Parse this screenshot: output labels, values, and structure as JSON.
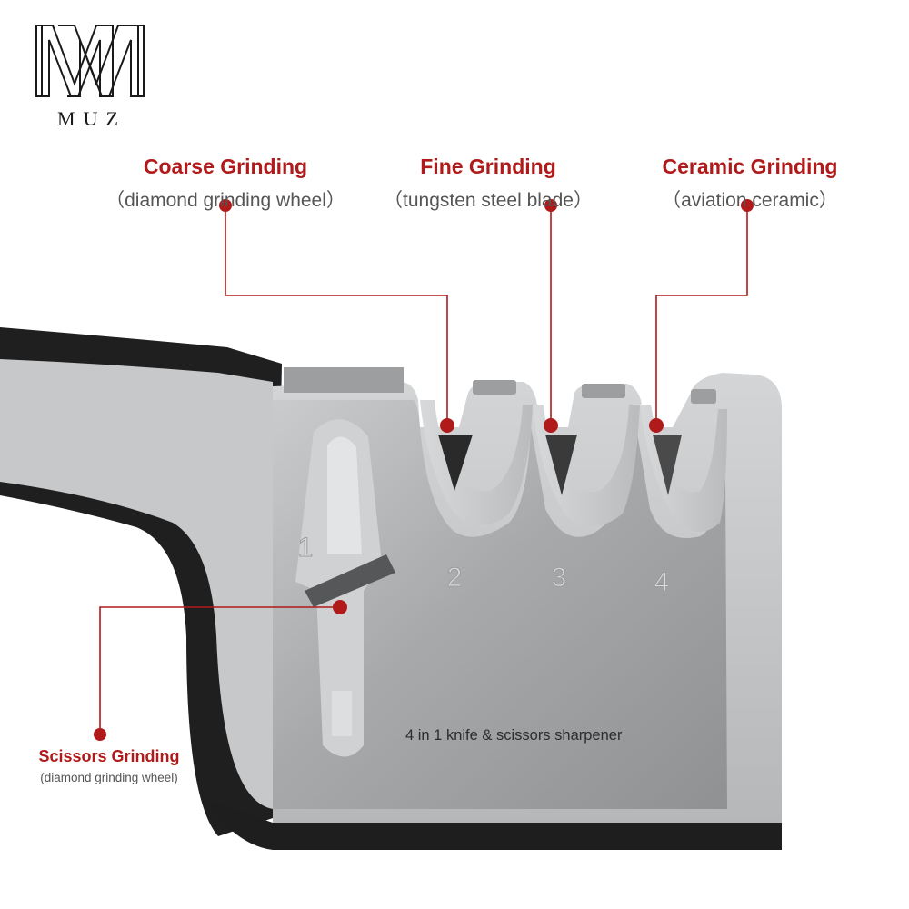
{
  "brand": {
    "monogram": "M",
    "name": "MUZ"
  },
  "callouts": {
    "coarse": {
      "title": "Coarse  Grinding",
      "subtitle": "（diamond grinding wheel）"
    },
    "fine": {
      "title": "Fine Grinding",
      "subtitle": "（tungsten steel blade）"
    },
    "ceramic": {
      "title": "Ceramic Grinding",
      "subtitle": "（aviation ceramic）"
    },
    "scissors": {
      "title": "Scissors Grinding",
      "subtitle": "(diamond grinding wheel)"
    }
  },
  "product": {
    "slot_numbers": [
      "1",
      "2",
      "3",
      "4"
    ],
    "engraved_text": "4 in 1 knife & scissors sharpener"
  },
  "colors": {
    "accent": "#b01a1a",
    "steel": "#a9abad",
    "housing": "#c4c6c8",
    "handle": "#1f1f1f"
  }
}
